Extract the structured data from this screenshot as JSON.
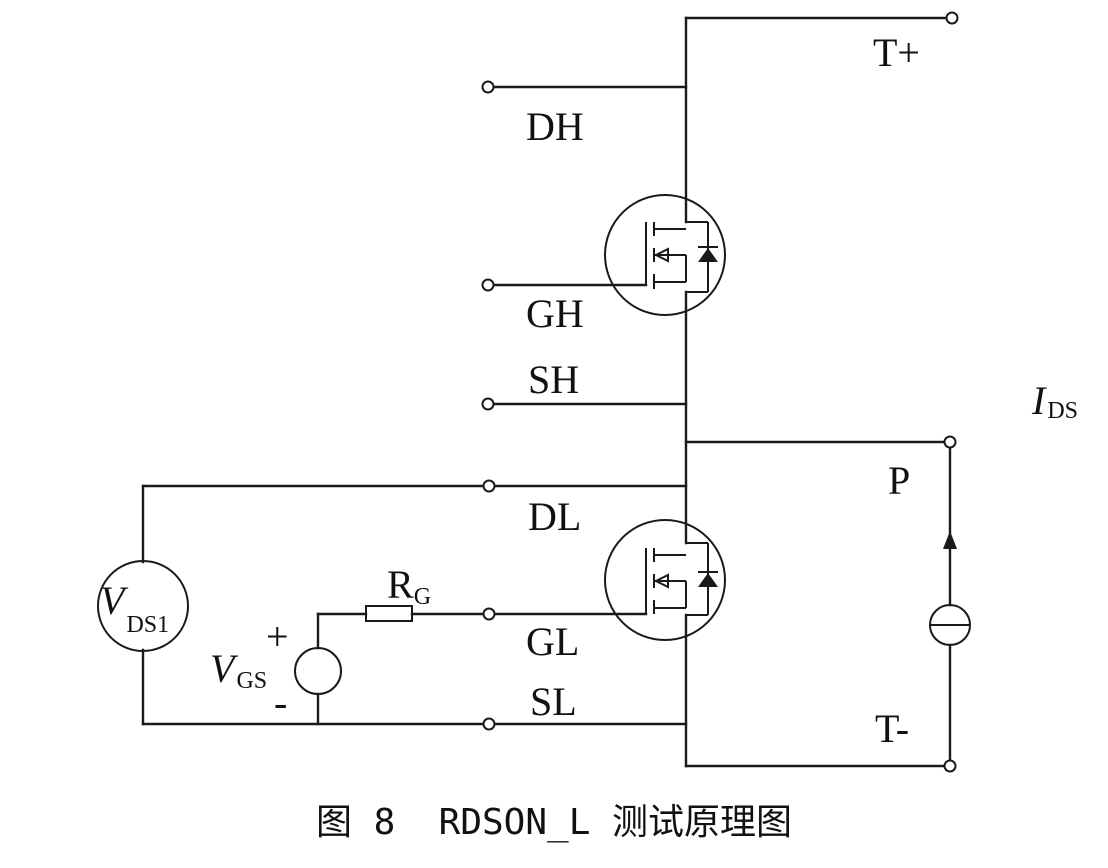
{
  "labels": {
    "t_plus": "T+",
    "dh": "DH",
    "gh": "GH",
    "sh": "SH",
    "ids_main": "I",
    "ids_sub": "DS",
    "p": "P",
    "dl": "DL",
    "rg_main": "R",
    "rg_sub": "G",
    "gl": "GL",
    "sl": "SL",
    "t_minus": "T-",
    "vds1_main": "V",
    "vds1_sub": "DS1",
    "vgs_main": "V",
    "vgs_sub": "GS",
    "plus": "+",
    "minus": "-"
  },
  "caption": "图 8  RDSON_L 测试原理图"
}
